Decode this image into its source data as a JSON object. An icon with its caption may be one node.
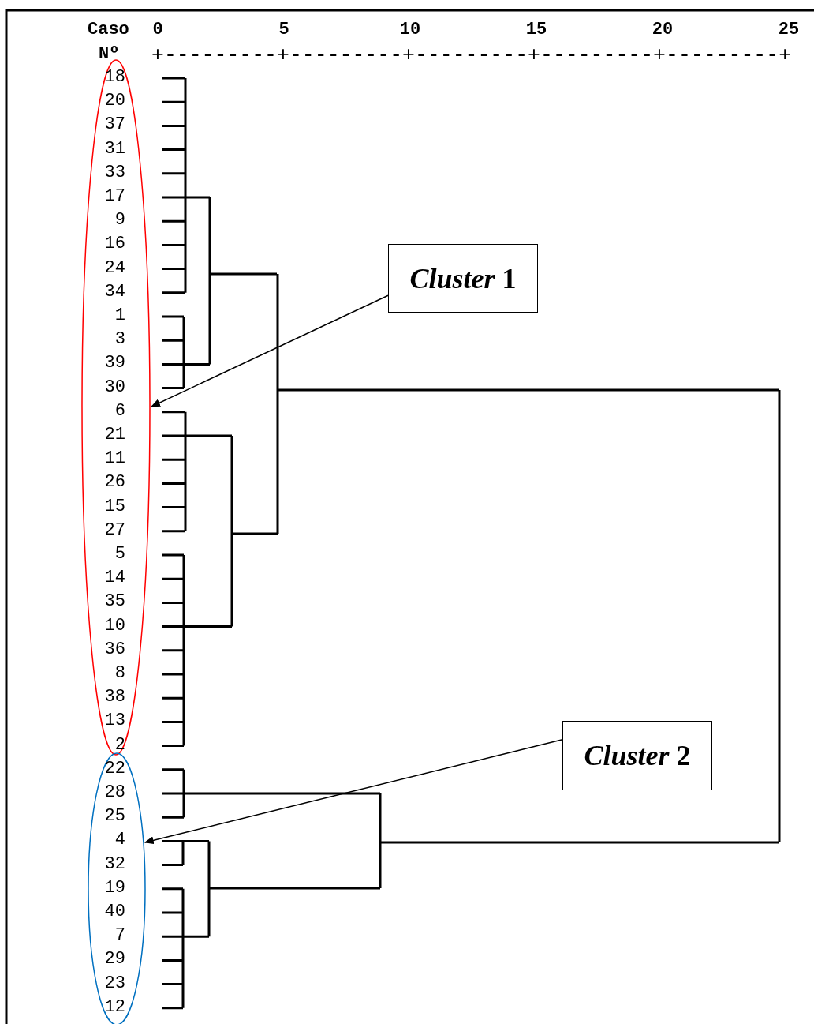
{
  "diagram": {
    "nodes": [
      {
        "text": [],
        "shape": "ellipse"
      },
      {
        "text": [
          "*Cluster* 1"
        ]
      },
      {
        "text": [
          "*Cluster* 2"
        ]
      },
      {
        "text": [],
        "shape": "ellipse"
      }
    ],
    "edges": [
      {
        "from": 1,
        "to": 0,
        "arrow": "to"
      },
      {
        "from": 2,
        "to": 3,
        "arrow": "to"
      }
    ],
    "labels": [
      "Caso",
      "0",
      "5",
      "10",
      "15",
      "20",
      "25",
      "Nº",
      "+---------+---------+---------+---------+---------+",
      "18",
      "20",
      "37",
      "31",
      "33",
      "17",
      "9",
      "16",
      "24",
      "34",
      "1",
      "3",
      "39",
      "30",
      "6",
      "21",
      "11",
      "26",
      "15",
      "27",
      "5",
      "14",
      "35",
      "10",
      "36",
      "8",
      "38",
      "13",
      "2",
      "22",
      "28",
      "25",
      "4",
      "32",
      "19",
      "40",
      "7",
      "29",
      "23",
      "12"
    ]
  }
}
